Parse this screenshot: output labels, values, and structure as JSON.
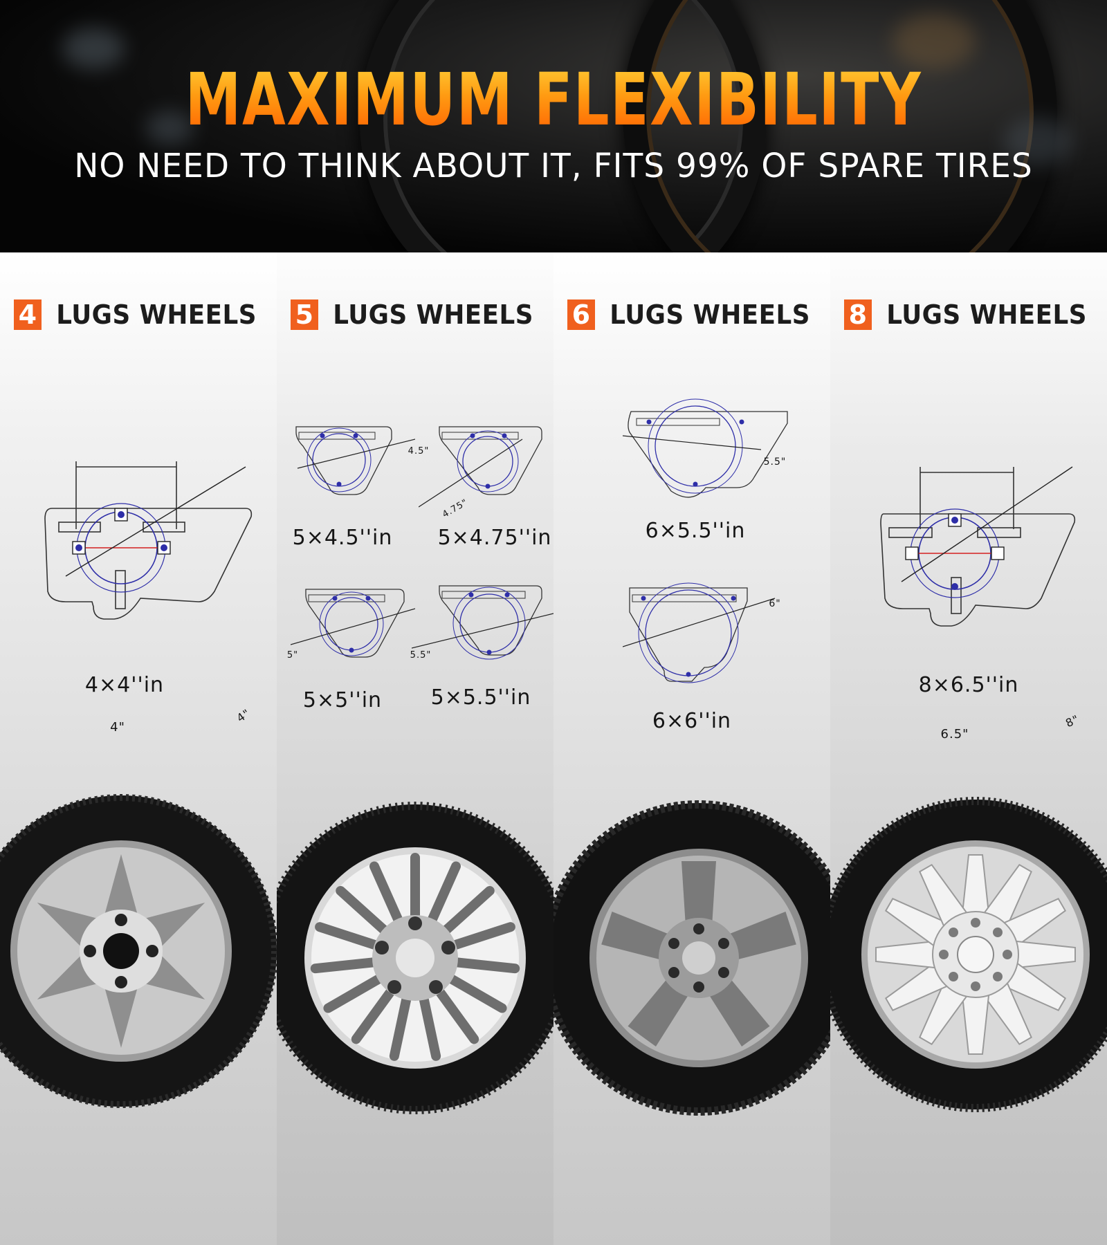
{
  "header": {
    "title": "MAXIMUM FLEXIBILITY",
    "subtitle": "NO NEED TO THINK ABOUT IT, FITS 99% OF SPARE TIRES"
  },
  "columns": [
    {
      "number": "4",
      "title": "LUGS WHEELS",
      "items": [
        {
          "label": "4×4''in",
          "dim_w": "4\"",
          "dim_d": "4\""
        }
      ]
    },
    {
      "number": "5",
      "title": "LUGS WHEELS",
      "items": [
        {
          "label": "5×4.5''in",
          "dim": "4.5\""
        },
        {
          "label": "5×4.75''in",
          "dim": "4.75\""
        },
        {
          "label": "5×5''in",
          "dim": "5\""
        },
        {
          "label": "5×5.5''in",
          "dim": "5.5\""
        }
      ]
    },
    {
      "number": "6",
      "title": "LUGS WHEELS",
      "items": [
        {
          "label": "6×5.5''in",
          "dim": "5.5\""
        },
        {
          "label": "6×6''in",
          "dim": "6\""
        }
      ]
    },
    {
      "number": "8",
      "title": "LUGS WHEELS",
      "items": [
        {
          "label": "8×6.5''in",
          "dim_w": "6.5\"",
          "dim_d": "8\""
        }
      ]
    }
  ],
  "colors": {
    "accent": "#f0601e",
    "title_gradient_top": "#ffd43a",
    "title_gradient_bottom": "#ff5a00",
    "circle": "#2e2ea8",
    "marker_red": "#d32020"
  },
  "wheels": [
    {
      "style": "six-spoke",
      "lugs": 4
    },
    {
      "style": "multi-spoke",
      "lugs": 5
    },
    {
      "style": "five-spoke-slotted",
      "lugs": 6
    },
    {
      "style": "fan-spoke",
      "lugs": 8
    }
  ]
}
